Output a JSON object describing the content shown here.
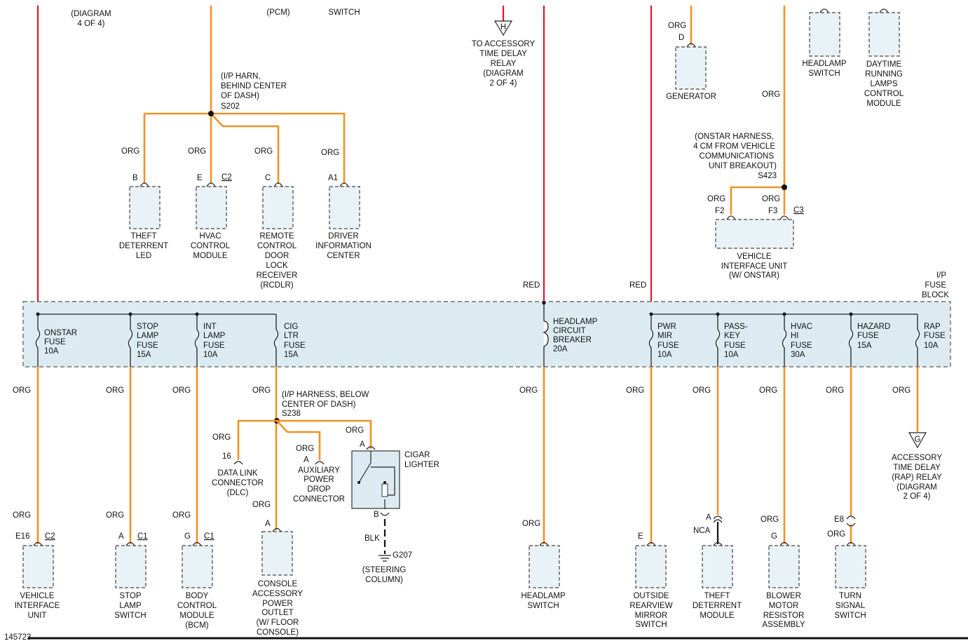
{
  "top_fragments": {
    "diagram_4of4": [
      "(DIAGRAM",
      "4 OF 4)"
    ],
    "pcm": "(PCM)",
    "switch": "SWITCH",
    "accessory_relay": [
      "TO ACCESSORY",
      "TIME DELAY",
      "RELAY",
      "(DIAGRAM",
      "2 OF 4)"
    ],
    "accessory_relay_letter": "H"
  },
  "splice_s202": {
    "label": [
      "(I/P HARN,",
      "BEHIND CENTER",
      "OF DASH)",
      "S202"
    ]
  },
  "upper_left_components": [
    {
      "wire": "ORG",
      "pin": "B",
      "conn": "",
      "name": [
        "THEFT",
        "DETERRENT",
        "LED"
      ]
    },
    {
      "wire": "ORG",
      "pin": "E",
      "conn": "C2",
      "name": [
        "HVAC",
        "CONTROL",
        "MODULE"
      ]
    },
    {
      "wire": "ORG",
      "pin": "C",
      "conn": "",
      "name": [
        "REMOTE",
        "CONTROL",
        "DOOR",
        "LOCK",
        "RECEIVER",
        "(RCDLR)"
      ]
    },
    {
      "wire": "ORG",
      "pin": "A1",
      "conn": "",
      "name": [
        "DRIVER",
        "INFORMATION",
        "CENTER"
      ]
    }
  ],
  "generator": {
    "wire": "ORG",
    "pin": "D",
    "name": "GENERATOR"
  },
  "headlamp_switch_top": [
    "HEADLAMP",
    "SWITCH"
  ],
  "drl_module": [
    "DAYTIME",
    "RUNNING",
    "LAMPS",
    "CONTROL",
    "MODULE"
  ],
  "org_right_top": "ORG",
  "splice_s423": {
    "label": [
      "(ONSTAR HARNESS,",
      "4 CM FROM VEHICLE",
      "COMMUNICATIONS",
      "UNIT BREAKOUT)",
      "S423"
    ]
  },
  "viu_onstar": {
    "wire1": "ORG",
    "pin1": "F2",
    "wire2": "ORG",
    "pin2": "F3",
    "conn": "C3",
    "name": [
      "VEHICLE",
      "INTERFACE UNIT",
      "(W/ ONSTAR)"
    ]
  },
  "red_labels": {
    "left": "RED",
    "right": "RED"
  },
  "fuse_block": {
    "label": [
      "I/P",
      "FUSE",
      "BLOCK"
    ],
    "fuses": [
      {
        "name": [
          "ONSTAR",
          "FUSE",
          "10A"
        ]
      },
      {
        "name": [
          "STOP",
          "LAMP",
          "FUSE",
          "15A"
        ]
      },
      {
        "name": [
          "INT",
          "LAMP",
          "FUSE",
          "10A"
        ]
      },
      {
        "name": [
          "CIG",
          "LTR",
          "FUSE",
          "15A"
        ]
      },
      {
        "name": [
          "HEADLAMP",
          "CIRCUIT",
          "BREAKER",
          "20A"
        ]
      },
      {
        "name": [
          "PWR",
          "MIR",
          "FUSE",
          "10A"
        ]
      },
      {
        "name": [
          "PASS-",
          "KEY",
          "FUSE",
          "10A"
        ]
      },
      {
        "name": [
          "HVAC",
          "HI",
          "FUSE",
          "30A"
        ]
      },
      {
        "name": [
          "HAZARD",
          "FUSE",
          "15A"
        ]
      },
      {
        "name": [
          "RAP",
          "FUSE",
          "10A"
        ]
      }
    ]
  },
  "splice_s238": {
    "label": [
      "(I/P HARNESS, BELOW",
      "CENTER OF DASH)",
      "S238"
    ]
  },
  "dlc": {
    "wire": "ORG",
    "pin": "16",
    "name": [
      "DATA LINK",
      "CONNECTOR",
      "(DLC)"
    ]
  },
  "apdc": {
    "wire": "ORG",
    "pin": "A",
    "name": [
      "AUXILIARY",
      "POWER",
      "DROP",
      "CONNECTOR"
    ]
  },
  "cigar": {
    "wire": "ORG",
    "pin_a": "A",
    "pin_b": "B",
    "name": [
      "CIGAR",
      "LIGHTER"
    ],
    "gnd_wire": "BLK",
    "ground": "G207",
    "ground_loc": [
      "(STEERING",
      "COLUMN)"
    ]
  },
  "rap_relay": {
    "letter": "G",
    "name": [
      "ACCESSORY",
      "TIME DELAY",
      "(RAP) RELAY",
      "(DIAGRAM",
      "2 OF 4)"
    ]
  },
  "wire_org": "ORG",
  "bottom_components": [
    {
      "pin": "E16",
      "conn": "C2",
      "wire": "ORG",
      "name": [
        "VEHICLE",
        "INTERFACE",
        "UNIT"
      ]
    },
    {
      "pin": "A",
      "conn": "C1",
      "wire": "ORG",
      "name": [
        "STOP",
        "LAMP",
        "SWITCH"
      ]
    },
    {
      "pin": "G",
      "conn": "C1",
      "wire": "ORG",
      "name": [
        "BODY",
        "CONTROL",
        "MODULE",
        "(BCM)"
      ]
    },
    {
      "pin": "A",
      "conn": "",
      "wire": "ORG",
      "name": [
        "CONSOLE",
        "ACCESSORY",
        "POWER",
        "OUTLET",
        "(W/ FLOOR",
        "CONSOLE)"
      ]
    },
    {
      "pin": "",
      "conn": "",
      "wire": "ORG",
      "name": [
        "HEADLAMP",
        "SWITCH"
      ]
    },
    {
      "pin": "E",
      "conn": "",
      "wire": "ORG",
      "name": [
        "OUTSIDE",
        "REARVIEW",
        "MIRROR",
        "SWITCH"
      ]
    },
    {
      "pin": "A",
      "conn": "",
      "wire": "NCA",
      "name": [
        "THEFT",
        "DETERRENT",
        "MODULE"
      ]
    },
    {
      "pin": "G",
      "conn": "",
      "wire": "ORG",
      "name": [
        "BLOWER",
        "MOTOR",
        "RESISTOR",
        "ASSEMBLY"
      ]
    },
    {
      "pin": "E8",
      "conn": "",
      "wire": "ORG",
      "name": [
        "TURN",
        "SIGNAL",
        "SWITCH"
      ]
    }
  ],
  "figure_number": "145723"
}
